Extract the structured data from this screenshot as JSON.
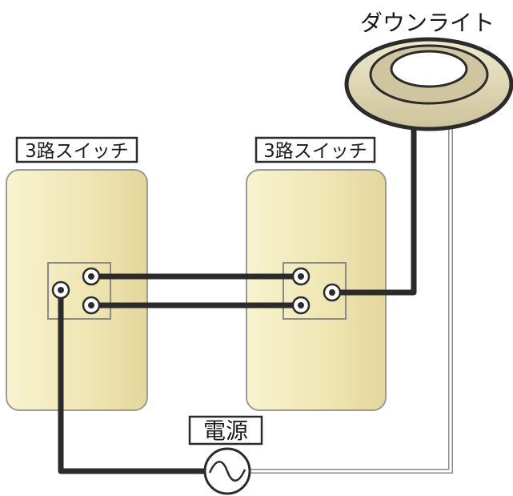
{
  "labels": {
    "light": "ダウンライト",
    "switch_left": "3路スイッチ",
    "switch_right": "3路スイッチ",
    "power": "電源"
  },
  "colors": {
    "wire_black": "#2b2b2b",
    "wire_white": "#ffffff",
    "plate_light": "#f6f0c6",
    "plate_dark": "#e7dca4",
    "plate_border": "#8f8f8f",
    "light_rim": "#ddd3aa"
  },
  "icons": {
    "power_source": "ac-sine-symbol",
    "terminals": "screw-terminal"
  }
}
